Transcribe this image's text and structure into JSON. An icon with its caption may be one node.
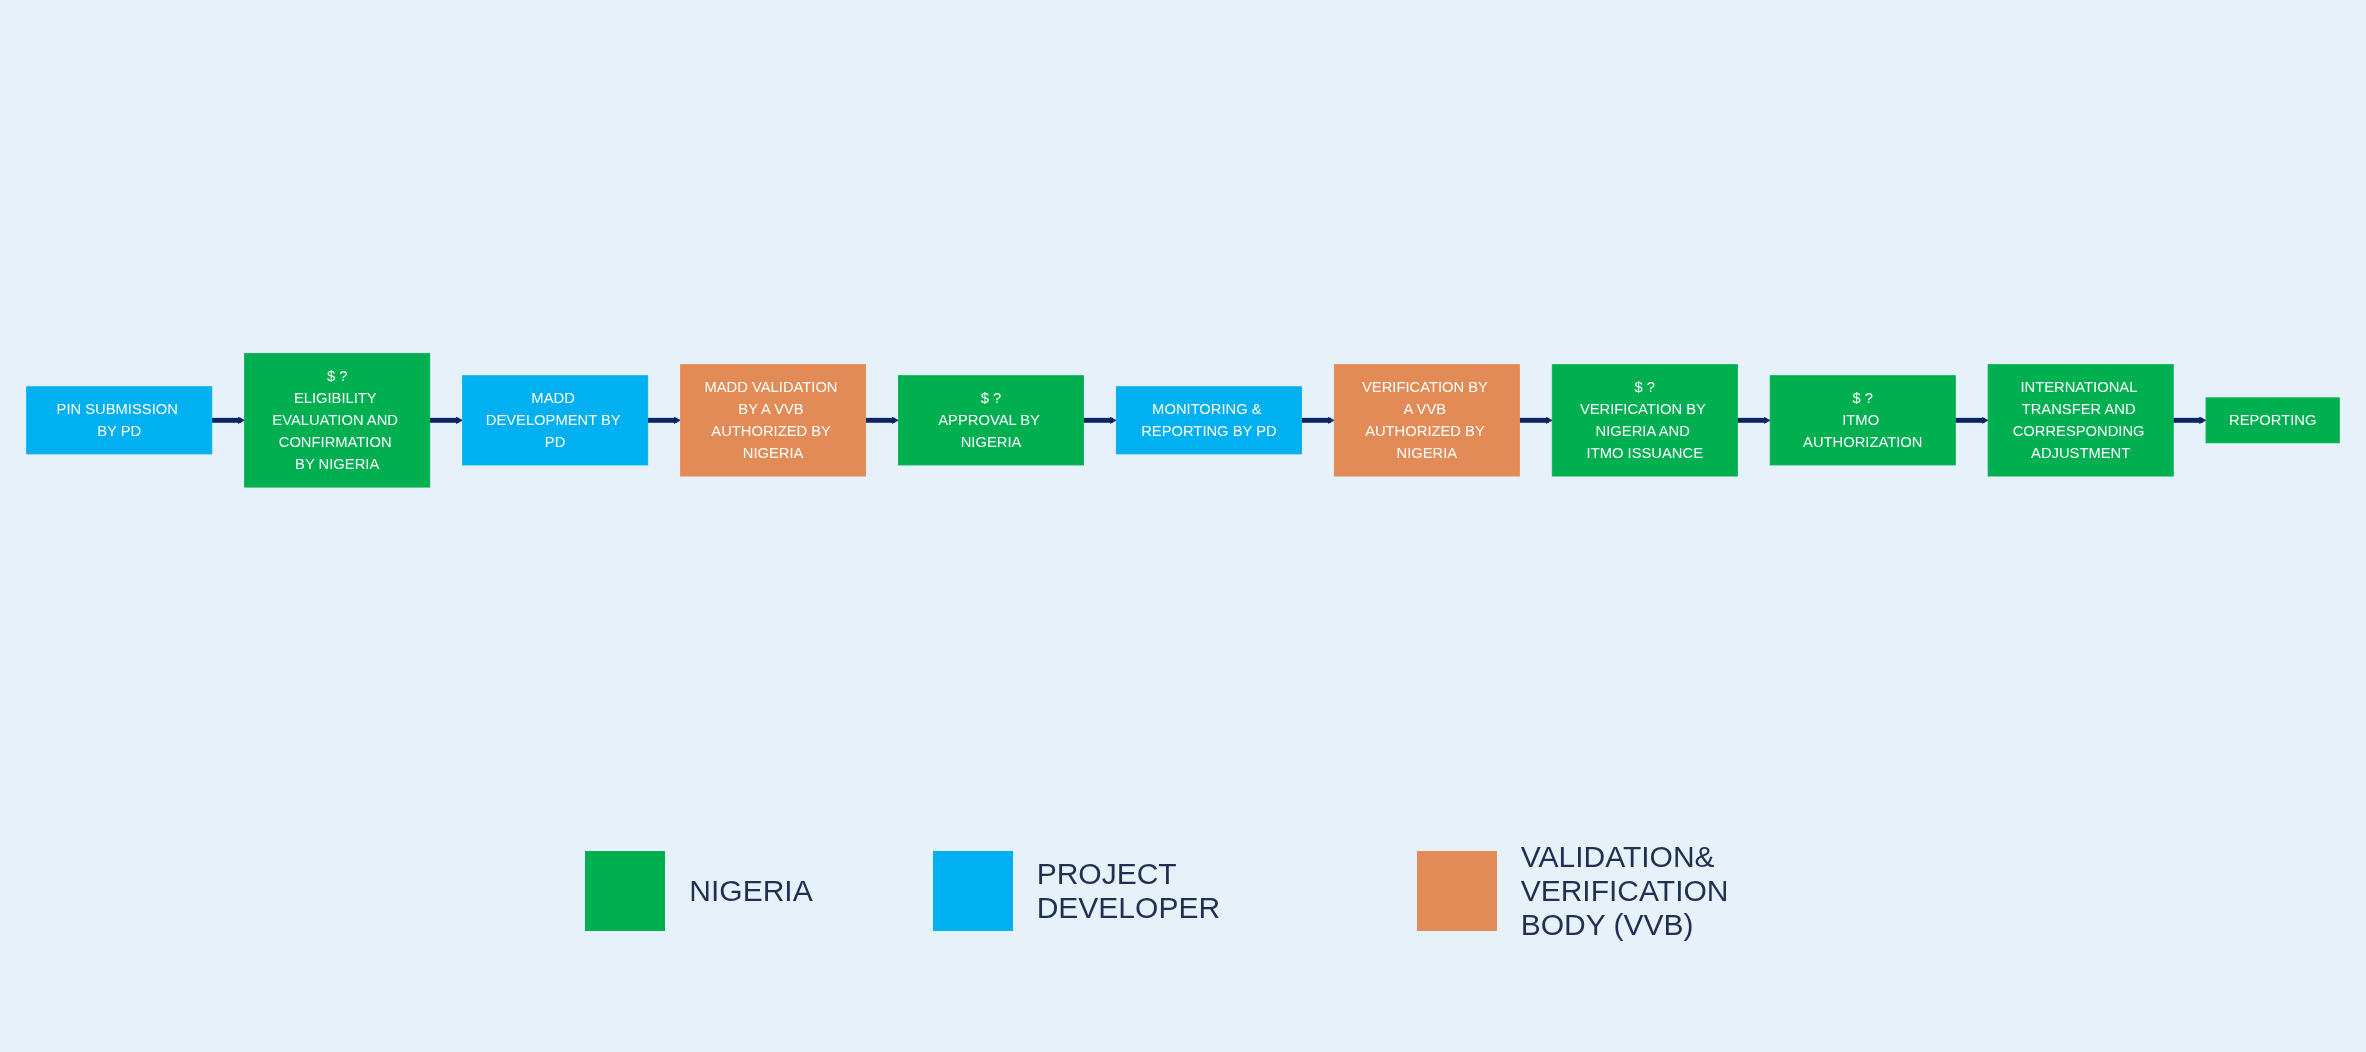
{
  "diagram": {
    "nodes": [
      {
        "text": [
          "PIN SUBMISSION BY PD"
        ]
      },
      {
        "text": [
          "$ ?",
          "ELIGIBILITY EVALUATION AND CONFIRMATION BY NIGERIA"
        ]
      },
      {
        "text": [
          "MADD DEVELOPMENT BY PD"
        ]
      },
      {
        "text": [
          "MADD VALIDATION BY A VVB AUTHORIZED BY NIGERIA"
        ]
      },
      {
        "text": [
          "$ ?",
          "VERIFICATION BY NIGERIA AND ITMO ISSUANCE"
        ]
      },
      {
        "text": [
          "VERIFICATION BY A VVB AUTHORIZED BY NIGERIA"
        ]
      },
      {
        "text": [
          "MONITORING & REPORTING BY PD"
        ]
      },
      {
        "text": [
          "$ ?",
          "APPROVAL BY NIGERIA"
        ]
      },
      {
        "text": [
          "$ ?",
          "ITMO AUTHORIZATION"
        ]
      },
      {
        "text": [
          "INTERNATIONAL TRANSFER AND CORRESPONDING ADJUSTMENT"
        ]
      },
      {
        "text": [
          "REPORTING"
        ]
      }
    ],
    "edges": [
      {
        "from": 0,
        "to": 1,
        "arrow": "to"
      },
      {
        "from": 1,
        "to": 2,
        "arrow": "to"
      },
      {
        "from": 2,
        "to": 3,
        "arrow": "to"
      },
      {
        "from": 3,
        "to": 7,
        "arrow": "to"
      },
      {
        "from": 7,
        "to": 6,
        "arrow": "to"
      },
      {
        "from": 6,
        "to": 5,
        "arrow": "to"
      },
      {
        "from": 5,
        "to": 4,
        "arrow": "to"
      },
      {
        "from": 4,
        "to": 8,
        "arrow": "to"
      },
      {
        "from": 8,
        "to": 9,
        "arrow": "to"
      },
      {
        "from": 9,
        "to": 10,
        "arrow": "to"
      }
    ],
    "legend": [
      {
        "text": "NIGERIA",
        "color": "#00b050"
      },
      {
        "text": "PROJECT DEVELOPER",
        "color": "#00b0f0"
      },
      {
        "text": "VALIDATION& VERIFICATION BODY (VVB)",
        "color": "#e38b57"
      }
    ]
  }
}
